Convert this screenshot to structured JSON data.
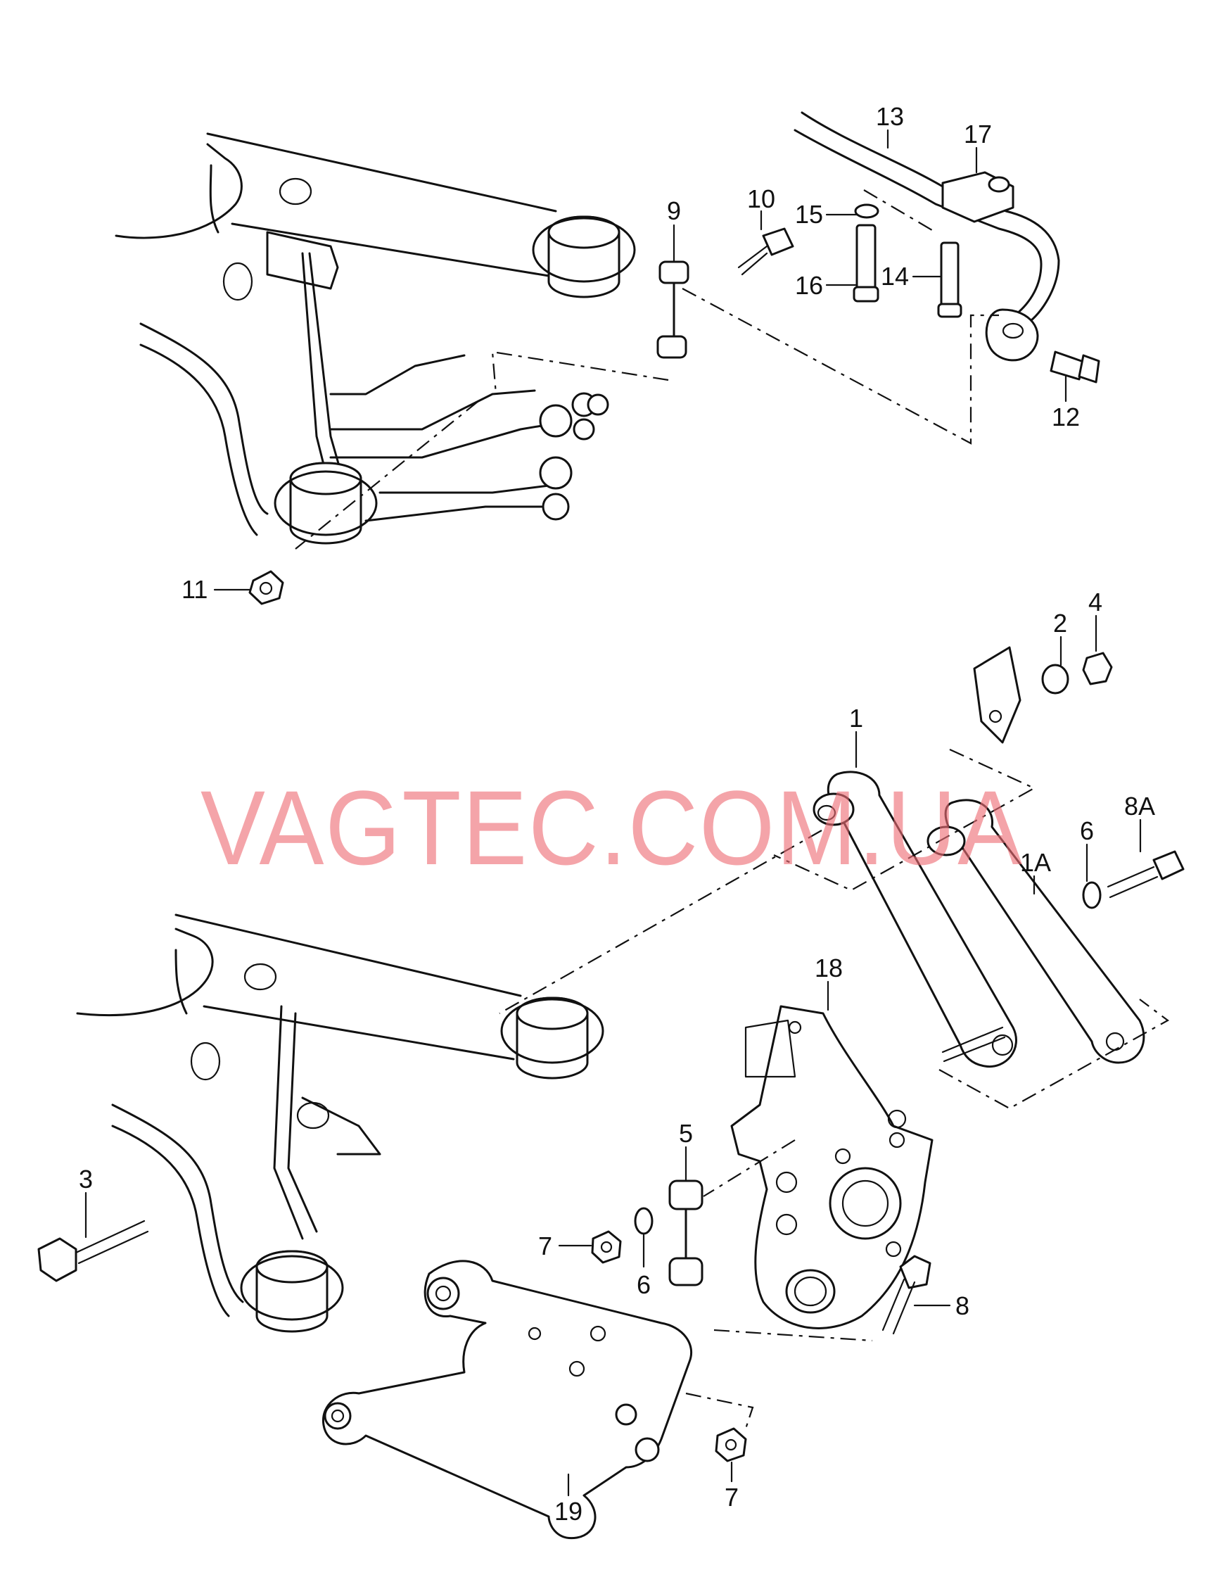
{
  "diagram": {
    "watermark": "VAGTEC.COM.UA",
    "callouts": [
      {
        "id": "13",
        "label": "13"
      },
      {
        "id": "17",
        "label": "17"
      },
      {
        "id": "9",
        "label": "9"
      },
      {
        "id": "10",
        "label": "10"
      },
      {
        "id": "15",
        "label": "15"
      },
      {
        "id": "16",
        "label": "16"
      },
      {
        "id": "14",
        "label": "14"
      },
      {
        "id": "12",
        "label": "12"
      },
      {
        "id": "11",
        "label": "11"
      },
      {
        "id": "2",
        "label": "2"
      },
      {
        "id": "4",
        "label": "4"
      },
      {
        "id": "1",
        "label": "1"
      },
      {
        "id": "8A",
        "label": "8A"
      },
      {
        "id": "6a",
        "label": "6"
      },
      {
        "id": "1A",
        "label": "1A"
      },
      {
        "id": "18",
        "label": "18"
      },
      {
        "id": "3",
        "label": "3"
      },
      {
        "id": "5",
        "label": "5"
      },
      {
        "id": "7a",
        "label": "7"
      },
      {
        "id": "6b",
        "label": "6"
      },
      {
        "id": "8",
        "label": "8"
      },
      {
        "id": "7b",
        "label": "7"
      },
      {
        "id": "19",
        "label": "19"
      }
    ]
  }
}
